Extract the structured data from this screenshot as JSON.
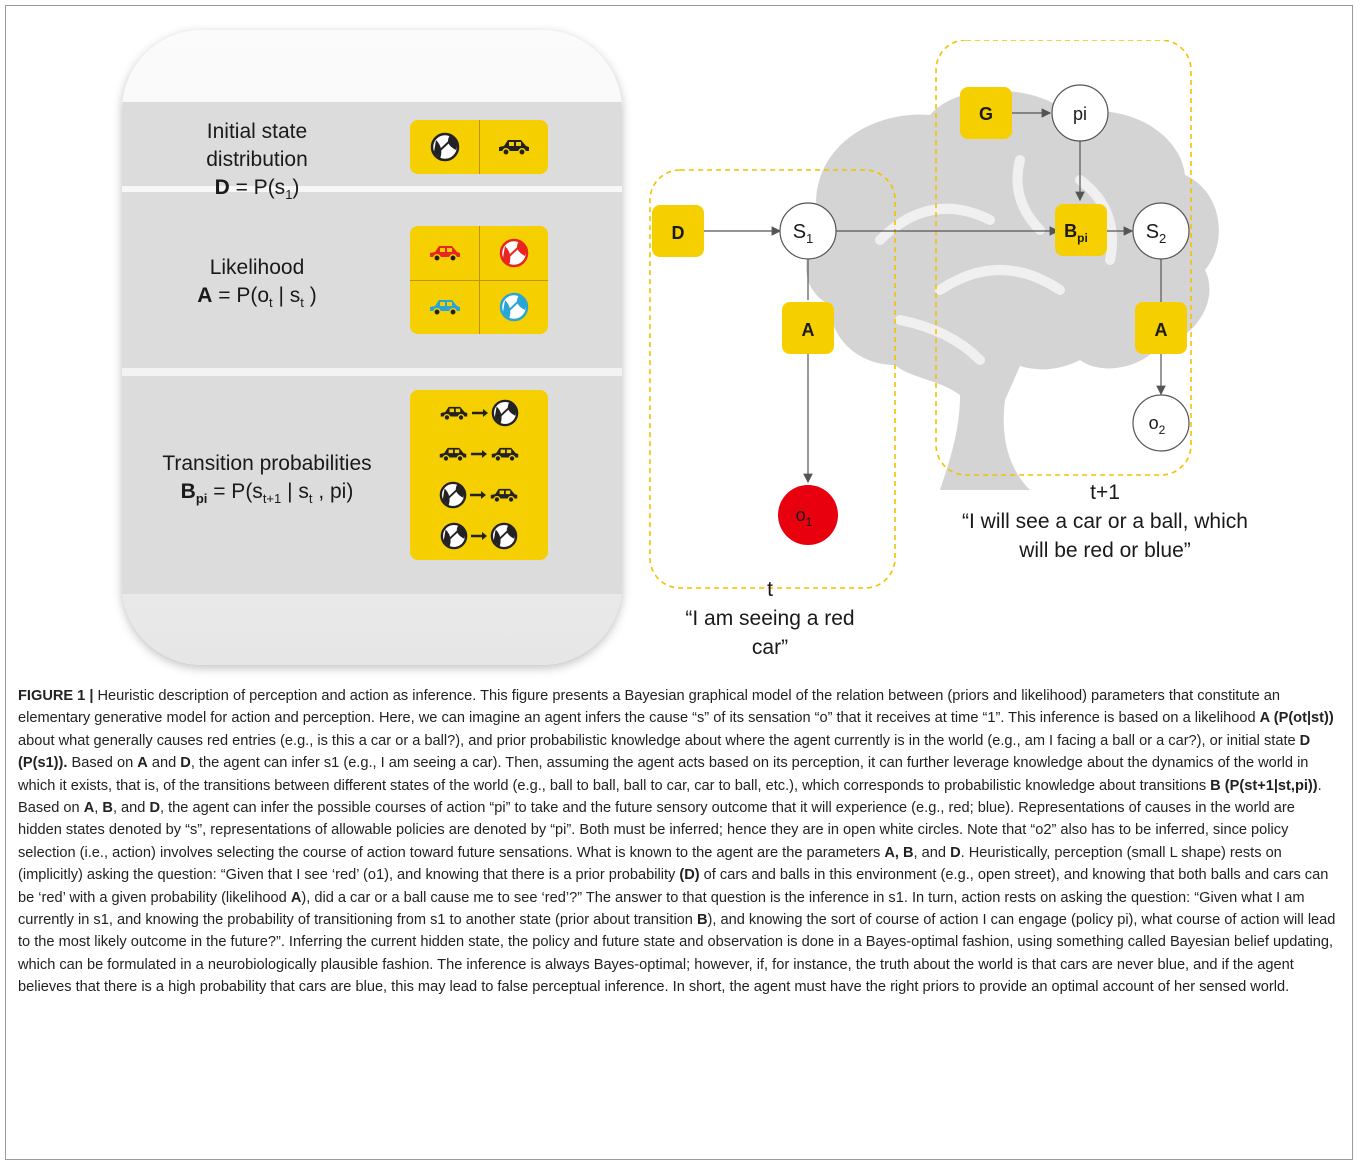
{
  "panel": {
    "initial": {
      "line1": "Initial state",
      "line2": "distribution",
      "eq_bold": "D",
      "eq_rest": " = P(s",
      "eq_sub": "1",
      "eq_end": ")"
    },
    "likelihood": {
      "line1": "Likelihood",
      "eq_bold": "A",
      "eq_rest": " = P(o",
      "eq_sub1": "t",
      "eq_mid": " | s",
      "eq_sub2": "t",
      "eq_end": " )"
    },
    "transition": {
      "line1": "Transition probabilities",
      "eq_bold": "B",
      "eq_bold_sub": "pi",
      "eq_rest": " = P(s",
      "eq_sub1": "t+1",
      "eq_mid": " | s",
      "eq_sub2": "t",
      "eq_end": " , pi)"
    },
    "icons": {
      "initial": [
        "ball-icon",
        "car-icon"
      ],
      "likelihood": [
        "red-car-icon",
        "red-ball-icon",
        "blue-car-icon",
        "blue-ball-icon"
      ],
      "transition": [
        [
          "car-icon",
          "ball-icon"
        ],
        [
          "car-icon",
          "car-icon"
        ],
        [
          "ball-icon",
          "car-icon"
        ],
        [
          "ball-icon",
          "ball-icon"
        ]
      ]
    },
    "colors": {
      "yellow": "#f6cf00",
      "red": "#e8251f",
      "blue": "#2aa6d6"
    }
  },
  "diagram": {
    "nodes": {
      "D": "D",
      "S1": "S",
      "S1_sub": "1",
      "A1": "A",
      "o1": "o",
      "o1_sub": "1",
      "G": "G",
      "pi": "pi",
      "B": "B",
      "B_sub": "pi",
      "S2": "S",
      "S2_sub": "2",
      "A2": "A",
      "o2": "o",
      "o2_sub": "2"
    },
    "t_label": "t",
    "t_quote1": "“I am seeing a red",
    "t_quote2": "car”",
    "t1_label": "t+1",
    "t1_quote1": "“I will see a car or a ball, which",
    "t1_quote2": "will be red or blue”",
    "colors": {
      "node_yellow": "#f6cf00",
      "observed_red": "#e8000f",
      "dash": "#f2c200"
    }
  },
  "caption": {
    "label": "FIGURE 1 |",
    "text": [
      " Heuristic description of perception and action as inference. This figure presents a Bayesian graphical model of the relation between (priors and likelihood) parameters that constitute an elementary generative model for action and perception. Here, we can imagine an agent infers the cause “s” of its sensation “o” that it receives at time “1”. This inference is based on a likelihood ",
      "A (P(ot|st))",
      " about what generally causes red entries (e.g., is this a car or a ball?), and prior probabilistic knowledge about where the agent currently is in the world (e.g., am I facing a ball or a car?), or initial state ",
      "D (P(s1)).",
      " Based on ",
      "A",
      " and ",
      "D",
      ", the agent can infer s1 (e.g., I am seeing a car). Then, assuming the agent acts based on its perception, it can further leverage knowledge about the dynamics of the world in which it exists, that is, of the transitions between different states of the world (e.g., ball to ball, ball to car, car to ball, etc.), which corresponds to probabilistic knowledge about transitions ",
      "B (P(st+1|st,pi))",
      ". Based on ",
      "A",
      ", ",
      "B",
      ", and ",
      "D",
      ", the agent can infer the possible courses of action “pi” to take and the future sensory outcome that it will experience (e.g., red; blue). Representations of causes in the world are hidden states denoted by “s”, representations of allowable policies are denoted by “pi”. Both must be inferred; hence they are in open white circles. Note that “o2” also has to be inferred, since policy selection (i.e., action) involves selecting the course of action toward future sensations. What is known to the agent are the parameters ",
      "A, B",
      ", and ",
      "D",
      ". Heuristically, perception (small L shape) rests on (implicitly) asking the question: “Given that I see ‘red’ (o1), and knowing that there is a prior probability ",
      "(D)",
      " of cars and balls in this environment (e.g., open street), and knowing that both balls and cars can be ‘red’ with a given probability (likelihood ",
      "A",
      "), did a car or a ball cause me to see ‘red’?” The answer to that question is the inference in s1. In turn, action rests on asking the question: “Given what I am currently in s1, and knowing the probability of transitioning from s1 to another state (prior about transition ",
      "B",
      "), and knowing the sort of course of action I can engage (policy pi), what course of action will lead to the most likely outcome in the future?”. Inferring the current hidden state, the policy and future state and observation is done in a Bayes-optimal fashion, using something called Bayesian belief updating, which can be formulated in a neurobiologically plausible fashion. The inference is always Bayes-optimal; however, if, for instance, the truth about the world is that cars are never blue, and if the agent believes that there is a high probability that cars are blue, this may lead to false perceptual inference. In short, the agent must have the right priors to provide an optimal account of her sensed world."
    ]
  }
}
